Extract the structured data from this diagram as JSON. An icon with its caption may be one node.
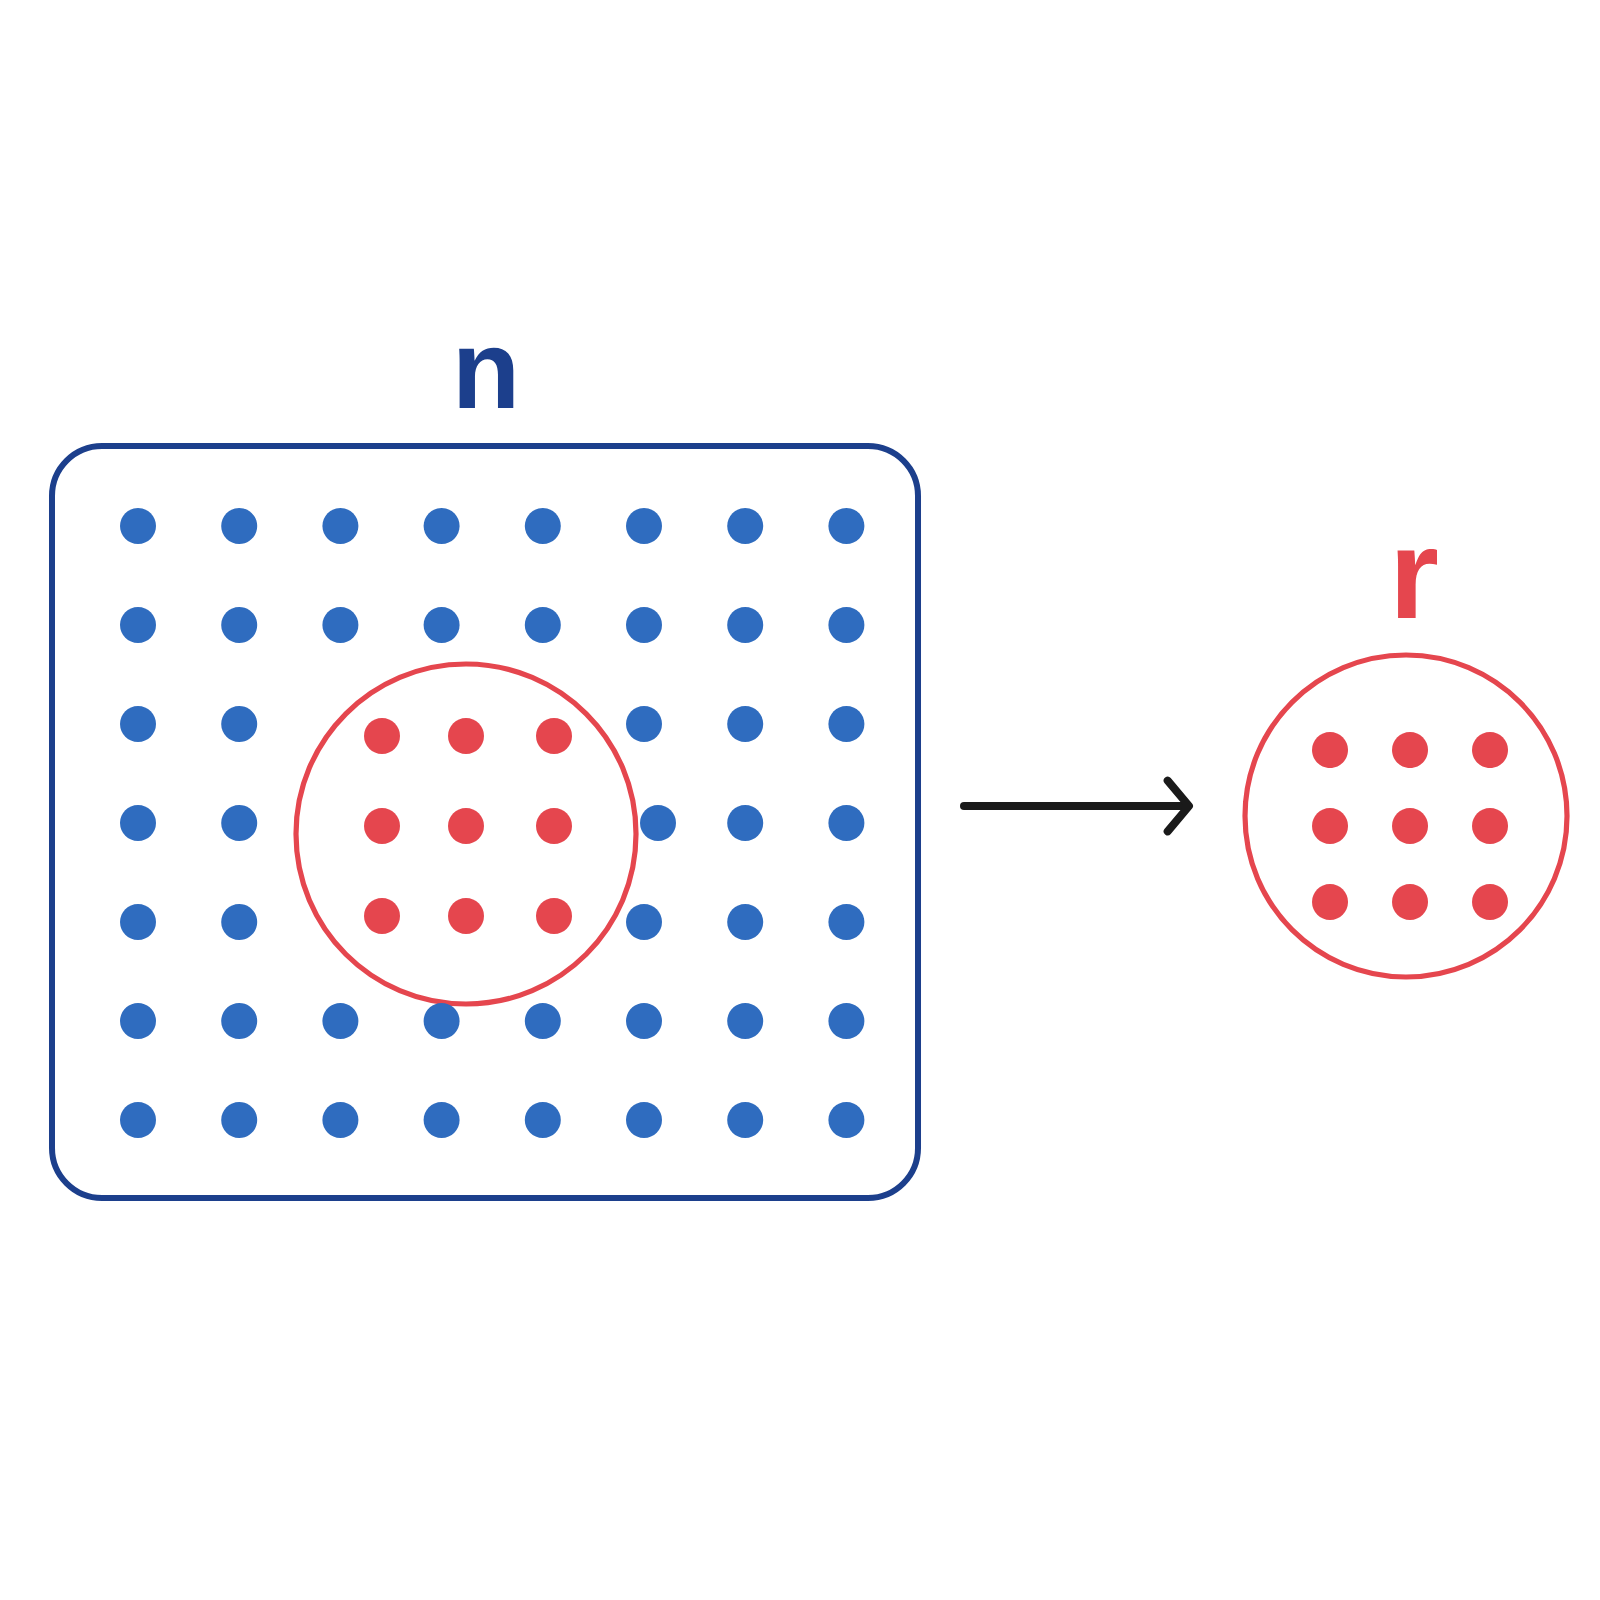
{
  "diagram": {
    "nodes": [
      {
        "text": [
          "n"
        ]
      },
      {
        "text": [],
        "shape": "circle",
        "in": 0
      },
      {
        "text": [
          "r"
        ]
      }
    ],
    "edges": [
      {
        "from": 0,
        "to": 2,
        "arrow": "to"
      }
    ]
  }
}
